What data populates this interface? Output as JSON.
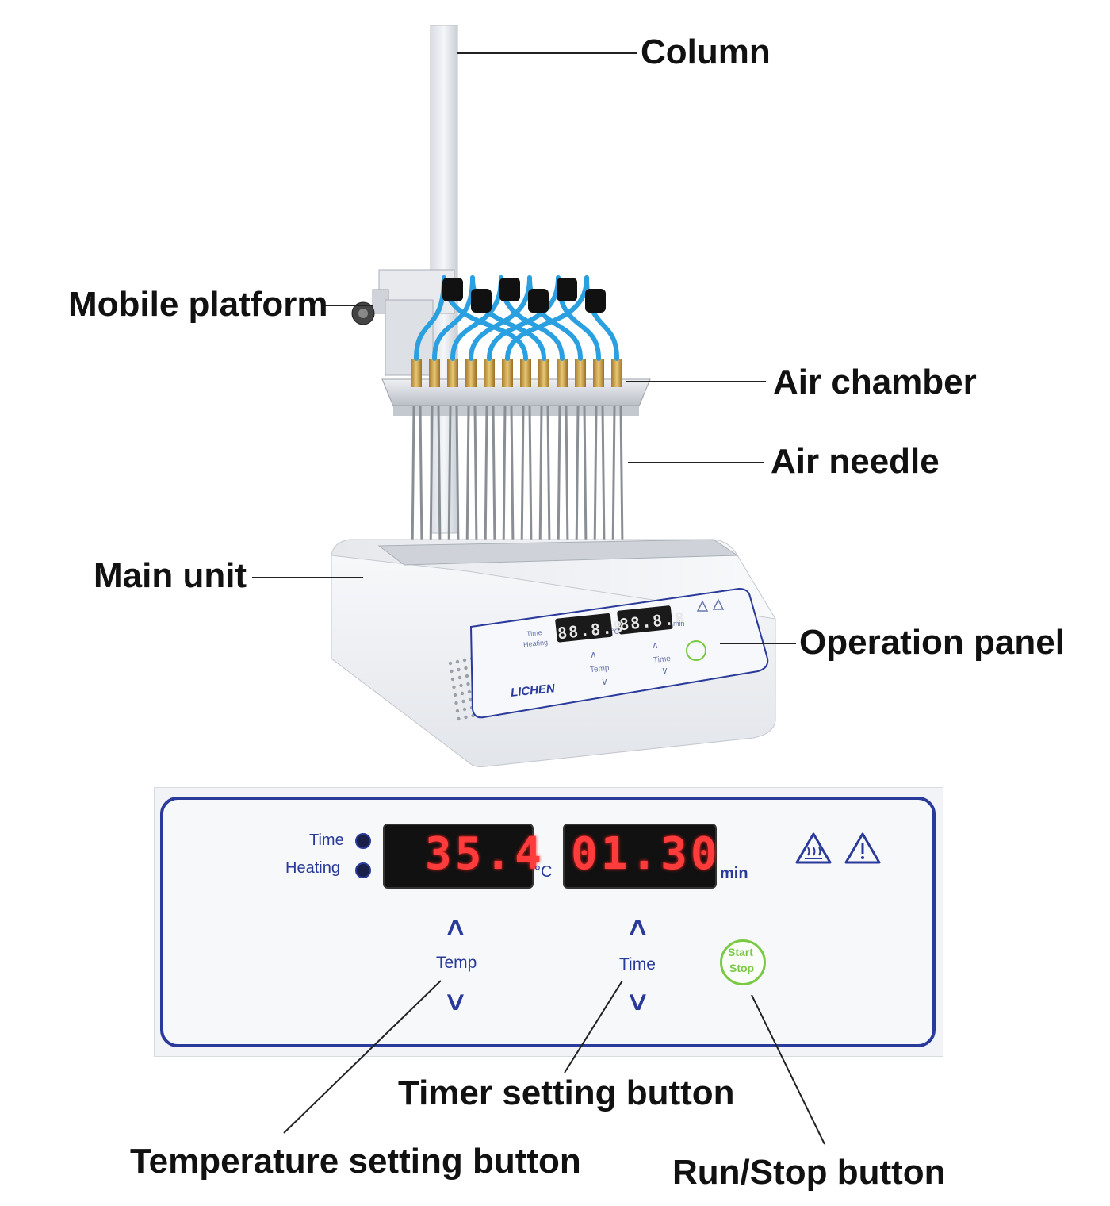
{
  "callouts": {
    "column": "Column",
    "mobile_platform": "Mobile platform",
    "air_chamber": "Air chamber",
    "air_needle": "Air needle",
    "main_unit": "Main unit",
    "operation_panel": "Operation panel",
    "timer_setting_button": "Timer setting button",
    "temperature_setting_button": "Temperature setting button",
    "run_stop_button": "Run/Stop button"
  },
  "device": {
    "brand": "LICHEN",
    "time_indicator": "Time",
    "heating_indicator": "Heating",
    "temp_display": "35.4",
    "temp_unit": "°C",
    "time_display": "01.30",
    "time_unit": "min",
    "temp_button_label": "Temp",
    "time_button_label": "Time",
    "start_label": "Start",
    "stop_label": "Stop",
    "small_temp_display": "88.8.8",
    "small_time_display": "88.8.8",
    "small_unit_c": "°C",
    "small_unit_min": "min"
  },
  "colors": {
    "panel_border": "#2a3a9a",
    "display_red": "#ff3c3c",
    "start_green": "#7ac943",
    "tube_blue": "#2aa0e0"
  }
}
